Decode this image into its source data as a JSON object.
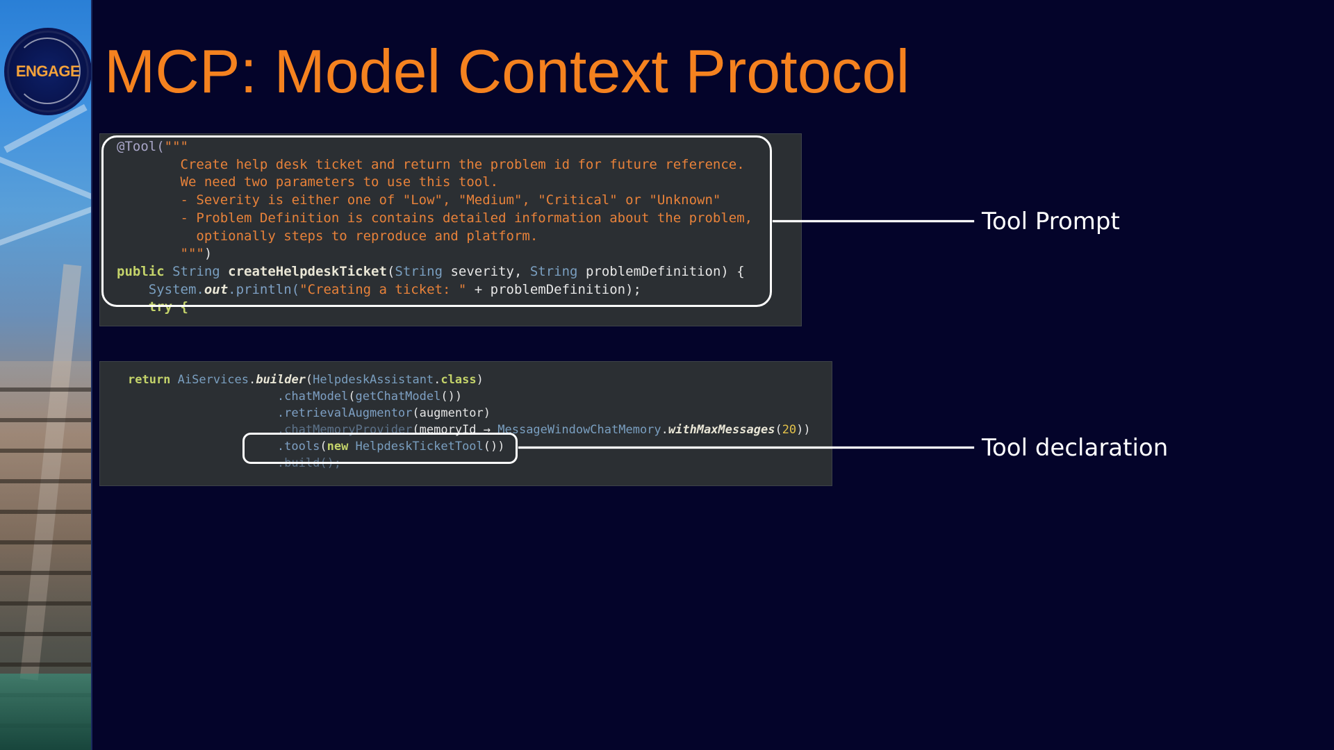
{
  "slide": {
    "title": "MCP: Model Context Protocol",
    "logo_text": "ENGAGE"
  },
  "colors": {
    "background": "#04042a",
    "title": "#f5821f",
    "code_background": "#2b2f33",
    "highlight": "#ffffff"
  },
  "code_block_1": {
    "lines": [
      [
        {
          "t": "@Tool(",
          "c": "annot"
        },
        {
          "t": "\"\"\"",
          "c": "str"
        }
      ],
      [
        {
          "t": "        Create help desk ticket and return the problem id for future reference.",
          "c": "str"
        }
      ],
      [
        {
          "t": "        We need two parameters to use this tool.",
          "c": "str"
        }
      ],
      [
        {
          "t": "        - Severity is either one of \"Low\", \"Medium\", \"Critical\" or \"Unknown\"",
          "c": "str"
        }
      ],
      [
        {
          "t": "        - Problem Definition is contains detailed information about the problem,",
          "c": "str"
        }
      ],
      [
        {
          "t": "          optionally steps to reproduce and platform.",
          "c": "str"
        }
      ],
      [
        {
          "t": "        \"\"\"",
          "c": "str"
        },
        {
          "t": ")",
          "c": "plain"
        }
      ],
      [
        {
          "t": "public ",
          "c": "kw"
        },
        {
          "t": "String ",
          "c": "type"
        },
        {
          "t": "createHelpdeskTicket",
          "c": "name"
        },
        {
          "t": "(",
          "c": "plain"
        },
        {
          "t": "String ",
          "c": "type"
        },
        {
          "t": "severity, ",
          "c": "plain"
        },
        {
          "t": "String ",
          "c": "type"
        },
        {
          "t": "problemDefinition) {",
          "c": "plain"
        }
      ],
      [
        {
          "t": "    System.",
          "c": "type"
        },
        {
          "t": "out",
          "c": "ital"
        },
        {
          "t": ".println(",
          "c": "meth"
        },
        {
          "t": "\"Creating a ticket: \"",
          "c": "str"
        },
        {
          "t": " + problemDefinition);",
          "c": "plain"
        }
      ],
      [
        {
          "t": "    try {",
          "c": "kw"
        }
      ]
    ]
  },
  "code_block_2": {
    "lines": [
      [
        {
          "t": "return ",
          "c": "kw"
        },
        {
          "t": "AiServices",
          "c": "type"
        },
        {
          "t": ".",
          "c": "plain"
        },
        {
          "t": "builder",
          "c": "ital"
        },
        {
          "t": "(",
          "c": "plain"
        },
        {
          "t": "HelpdeskAssistant",
          "c": "type"
        },
        {
          "t": ".",
          "c": "plain"
        },
        {
          "t": "class",
          "c": "kw"
        },
        {
          "t": ")",
          "c": "plain"
        }
      ],
      [
        {
          "t": "                     .chatModel",
          "c": "meth"
        },
        {
          "t": "(",
          "c": "plain"
        },
        {
          "t": "getChatModel",
          "c": "meth"
        },
        {
          "t": "())",
          "c": "plain"
        }
      ],
      [
        {
          "t": "                     .retrievalAugmentor",
          "c": "meth"
        },
        {
          "t": "(augmentor)",
          "c": "plain"
        }
      ],
      [
        {
          "t": "                     .chatMemoryProvider",
          "c": "strike"
        },
        {
          "t": "(memoryId ",
          "c": "plain"
        },
        {
          "t": "→ ",
          "c": "plain"
        },
        {
          "t": "MessageWindowChatMemory",
          "c": "type"
        },
        {
          "t": ".",
          "c": "plain"
        },
        {
          "t": "withMaxMessages",
          "c": "ital"
        },
        {
          "t": "(",
          "c": "plain"
        },
        {
          "t": "20",
          "c": "num"
        },
        {
          "t": "))",
          "c": "plain"
        }
      ],
      [
        {
          "t": "                     .tools",
          "c": "meth"
        },
        {
          "t": "(",
          "c": "plain"
        },
        {
          "t": "new ",
          "c": "kw"
        },
        {
          "t": "HelpdeskTicketTool",
          "c": "type"
        },
        {
          "t": "())",
          "c": "plain"
        }
      ],
      [
        {
          "t": "                     .build();",
          "c": "strike"
        }
      ]
    ]
  },
  "callouts": {
    "tool_prompt": "Tool Prompt",
    "tool_declaration": "Tool declaration"
  }
}
